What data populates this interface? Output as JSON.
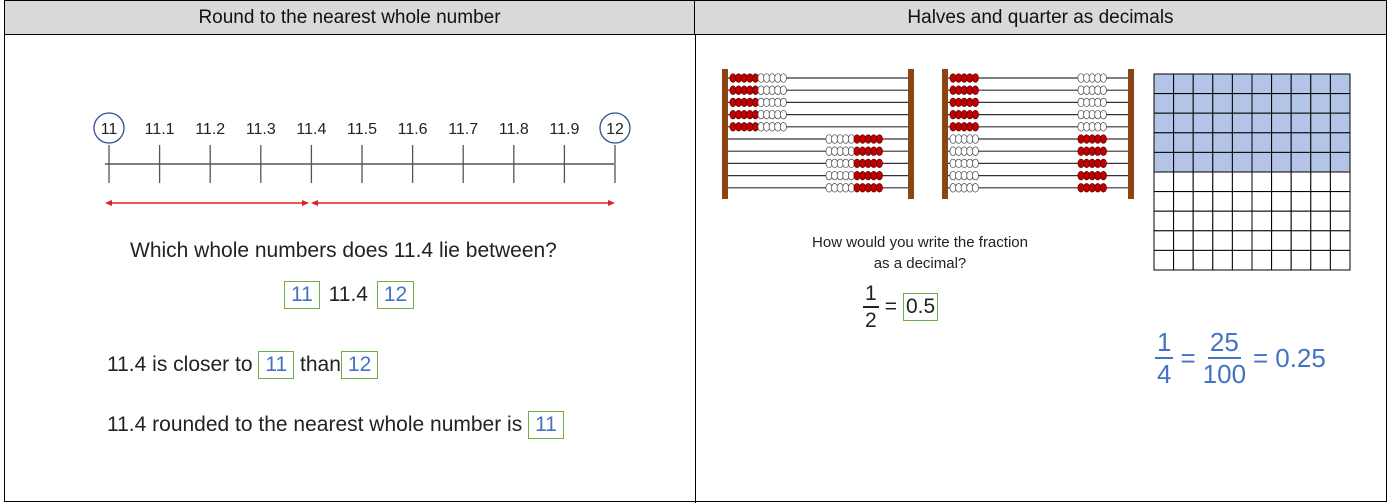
{
  "left_panel": {
    "header": "Round to the nearest whole number",
    "number_line": {
      "labels": [
        "11",
        "11.1",
        "11.2",
        "11.3",
        "11.4",
        "11.5",
        "11.6",
        "11.7",
        "11.8",
        "11.9",
        "12"
      ],
      "circled": [
        "11",
        "12"
      ]
    },
    "question": "Which whole numbers does 11.4 lie between?",
    "between": {
      "lower": "11",
      "value": "11.4",
      "upper": "12"
    },
    "closer": {
      "prefix": "11.4 is closer to",
      "nearer": "11",
      "middle": "than",
      "farther": "12"
    },
    "rounded": {
      "prefix": "11.4 rounded to the nearest whole number is",
      "answer": "11"
    }
  },
  "right_panel": {
    "header": "Halves and quarter as decimals",
    "question_line1": "How would you write the fraction",
    "question_line2": "as a decimal?",
    "half": {
      "numerator": "1",
      "denominator": "2",
      "equals": "=",
      "answer": "0.5"
    },
    "quarter": {
      "numerator": "1",
      "denominator": "4",
      "eq1": "=",
      "numerator2": "25",
      "denominator2": "100",
      "eq2": "=",
      "decimal": "0.25"
    },
    "hundred_grid": {
      "rows": 10,
      "cols": 10,
      "shaded_rows": 5,
      "shade_color": "#b4c4e6"
    },
    "bead_colors": {
      "red": "#c00000",
      "white": "#ffffff",
      "frame": "#8b4513"
    }
  }
}
